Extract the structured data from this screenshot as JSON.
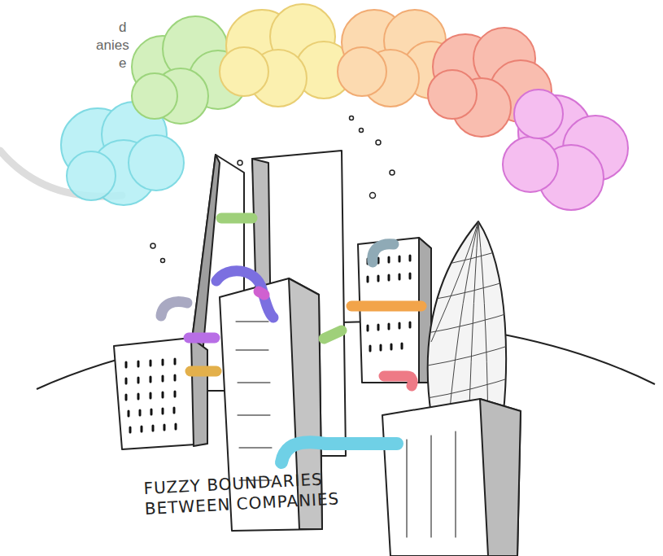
{
  "diagram": {
    "caption": "FUZZY BOUNDARIES BETWEEN COMPANIES",
    "labels": [
      "d",
      "anies",
      "e"
    ]
  }
}
